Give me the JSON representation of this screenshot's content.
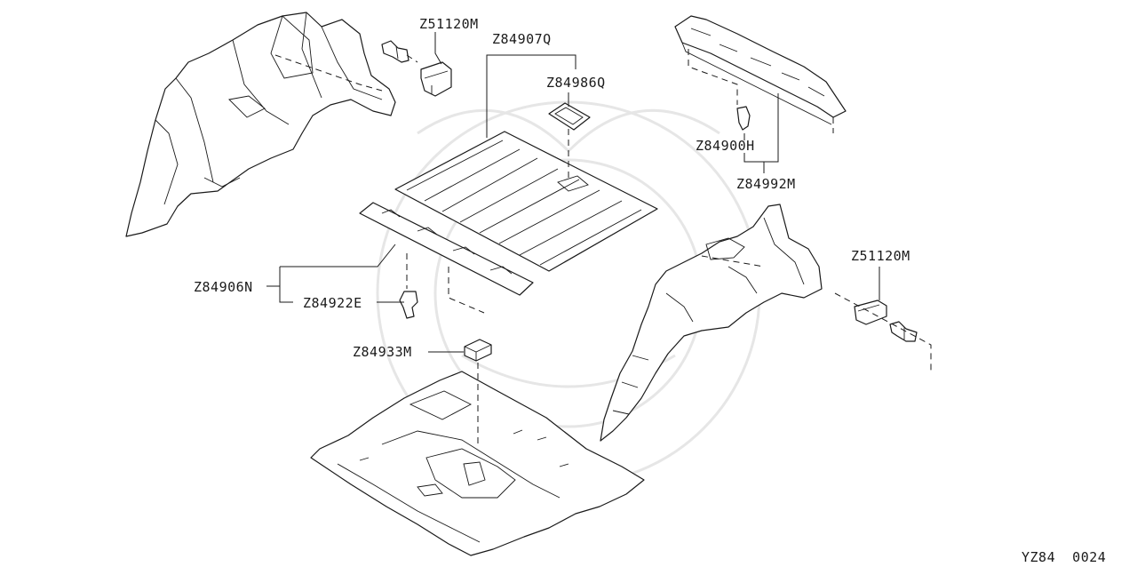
{
  "labels": {
    "z51120m_top": "Z51120M",
    "z84907q": "Z84907Q",
    "z84986q": "Z84986Q",
    "z84900h": "Z84900H",
    "z84992m": "Z84992M",
    "z51120m_right": "Z51120M",
    "z84906n": "Z84906N",
    "z84922e": "Z84922E",
    "z84933m": "Z84933M"
  },
  "figure_code": "YZ84  0024"
}
